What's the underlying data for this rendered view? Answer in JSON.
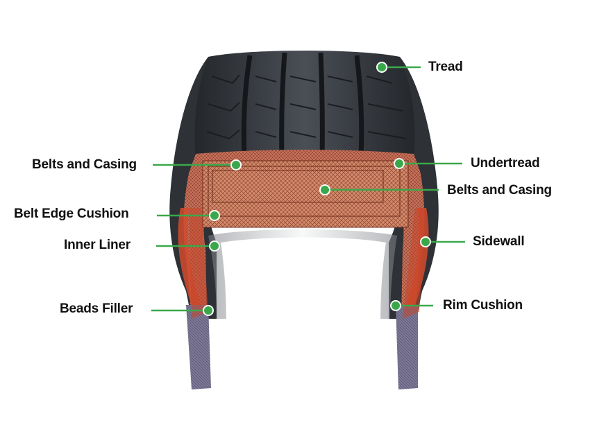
{
  "colors": {
    "callout": "#3aa84a",
    "rubber_dark": "#2a2d31",
    "rubber_mid": "#3c4046",
    "belt": "#c9785a",
    "belt_mesh": "#8a3a24",
    "carcass_red": "#c8452a",
    "liner": "#8d9196",
    "bead": "#6f6a86"
  },
  "labels": {
    "tread": "Tread",
    "undertread": "Undertread",
    "belts_and_casing_right": "Belts and Casing",
    "sidewall": "Sidewall",
    "rim_cushion": "Rim Cushion",
    "belts_and_casing_left": "Belts and Casing",
    "belt_edge_cushion": "Belt Edge Cushion",
    "inner_liner": "Inner Liner",
    "beads_filler": "Beads Filler"
  }
}
